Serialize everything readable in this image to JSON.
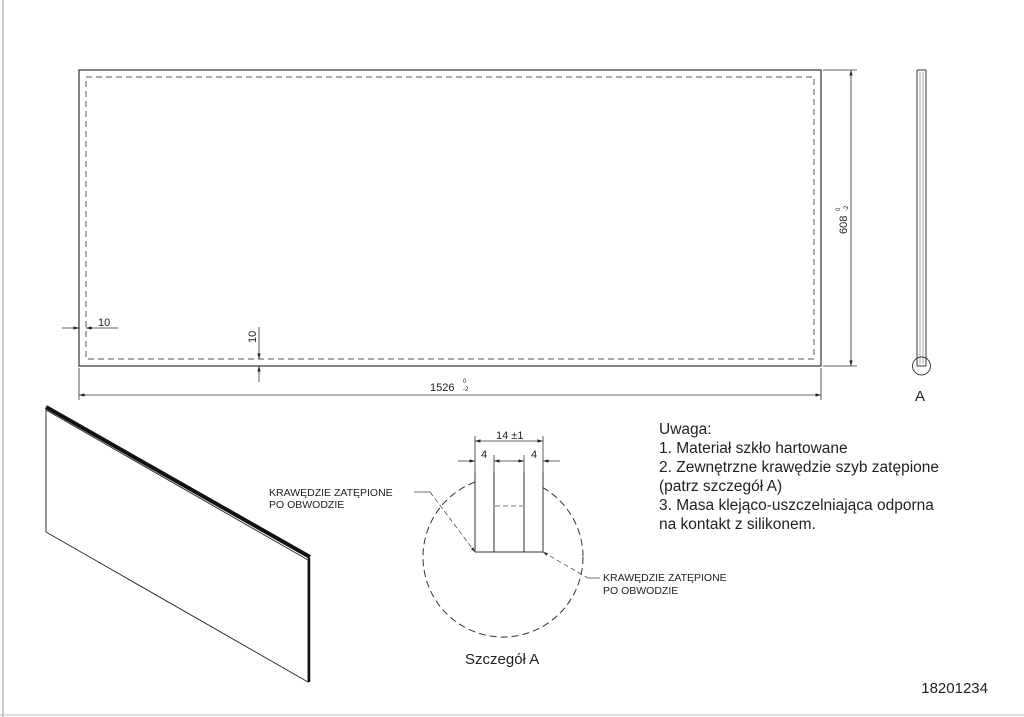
{
  "dimensions": {
    "length": "1526",
    "length_tol_upper": "0",
    "length_tol_lower": "-2",
    "height": "608",
    "height_tol_upper": "0",
    "height_tol_lower": "-2",
    "margin_side": "10",
    "margin_bottom": "10"
  },
  "section_marker": "A",
  "detail": {
    "width": "14 ±1",
    "left_part": "4",
    "right_part": "4",
    "callout_1_line1": "KRAWĘDZIE ZATĘPIONE",
    "callout_1_line2": "PO OBWODZIE",
    "callout_2_line1": "KRAWĘDZIE ZATĘPIONE",
    "callout_2_line2": "PO OBWODZIE",
    "caption": "Szczegół A"
  },
  "notes": {
    "title": "Uwaga:",
    "items": [
      "1. Materiał szkło hartowane",
      "2. Zewnętrzne krawędzie szyb zatępione",
      "(patrz szczegół A)",
      "3. Masa klejąco-uszczelniająca odporna",
      "na kontakt z silikonem."
    ]
  },
  "drawing_number": "18201234"
}
